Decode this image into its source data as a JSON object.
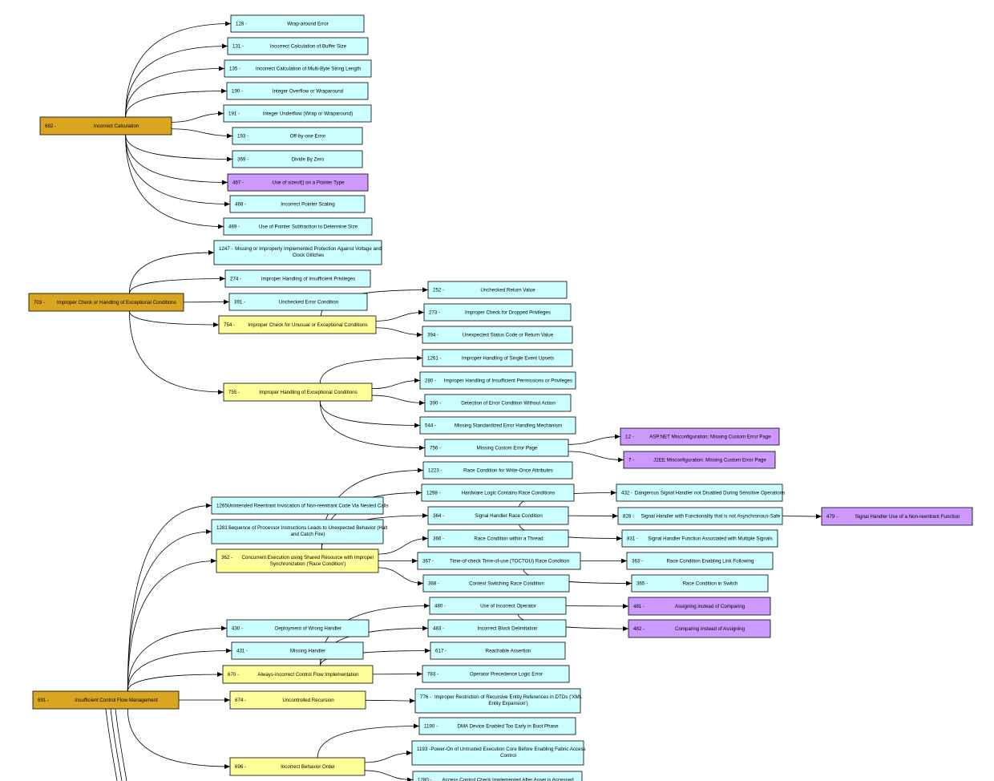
{
  "colors": {
    "category": "#daa520",
    "class": "#ffff99",
    "base": "#ccffff",
    "variant": "#cc99ff",
    "edge": "#000000"
  },
  "nodes": {
    "n682": {
      "id": "682",
      "label": "Incorrect Calculation",
      "kind": "category"
    },
    "n128": {
      "id": "128",
      "label": "Wrap-around Error",
      "kind": "base"
    },
    "n131": {
      "id": "131",
      "label": "Incorrect Calculation of Buffer Size",
      "kind": "base"
    },
    "n135": {
      "id": "135",
      "label": "Incorrect Calculation of Multi-Byte String Length",
      "kind": "base"
    },
    "n190": {
      "id": "190",
      "label": "Integer Overflow or Wraparound",
      "kind": "base"
    },
    "n191": {
      "id": "191",
      "label": "Integer Underflow (Wrap or Wraparound)",
      "kind": "base"
    },
    "n193": {
      "id": "193",
      "label": "Off-by-one Error",
      "kind": "base"
    },
    "n369": {
      "id": "369",
      "label": "Divide By Zero",
      "kind": "base"
    },
    "n467": {
      "id": "467",
      "label": "Use of sizeof() on a Pointer Type",
      "kind": "variant"
    },
    "n468": {
      "id": "468",
      "label": "Incorrect Pointer Scaling",
      "kind": "base"
    },
    "n469": {
      "id": "469",
      "label": "Use of Pointer Subtraction to Determine Size",
      "kind": "base"
    },
    "n703": {
      "id": "703",
      "label": "Improper Check or Handling of Exceptional Conditions",
      "kind": "category"
    },
    "n1247": {
      "id": "1247",
      "label": "Missing or Improperly Implemented Protection Against Voltage and Clock Glitches",
      "lines": [
        "Missing or Improperly Implemented Protection Against Voltage and",
        "Clock Glitches"
      ],
      "kind": "base"
    },
    "n274": {
      "id": "274",
      "label": "Improper Handling of Insufficient Privileges",
      "kind": "base"
    },
    "n391": {
      "id": "391",
      "label": "Unchecked Error Condition",
      "kind": "base"
    },
    "n754": {
      "id": "754",
      "label": "Improper Check for Unusual or Exceptional Conditions",
      "kind": "class"
    },
    "n252": {
      "id": "252",
      "label": "Unchecked Return Value",
      "kind": "base"
    },
    "n273": {
      "id": "273",
      "label": "Improper Check for Dropped Privileges",
      "kind": "base"
    },
    "n394": {
      "id": "394",
      "label": "Unexpected Status Code or Return Value",
      "kind": "base"
    },
    "n755": {
      "id": "755",
      "label": "Improper Handling of Exceptional Conditions",
      "kind": "class"
    },
    "n1261": {
      "id": "1261",
      "label": "Improper Handling of Single Event Upsets",
      "kind": "base"
    },
    "n280": {
      "id": "280",
      "label": "Improper Handling of Insufficient Permissions or Privileges",
      "kind": "base"
    },
    "n390": {
      "id": "390",
      "label": "Detection of Error Condition Without Action",
      "kind": "base"
    },
    "n544": {
      "id": "544",
      "label": "Missing Standardized Error Handling Mechanism",
      "kind": "base"
    },
    "n756": {
      "id": "756",
      "label": "Missing Custom Error Page",
      "kind": "base"
    },
    "n12": {
      "id": "12",
      "label": "ASP.NET Misconfiguration: Missing Custom Error Page",
      "kind": "variant"
    },
    "n7": {
      "id": "7",
      "label": "J2EE Misconfiguration: Missing Custom Error Page",
      "kind": "variant"
    },
    "n1223": {
      "id": "1223",
      "label": "Race Condition for Write-Once Attributes",
      "kind": "base"
    },
    "n1298": {
      "id": "1298",
      "label": "Hardware Logic Contains Race Conditions",
      "kind": "base"
    },
    "n1265": {
      "id": "1265",
      "label": "Unintended Reentrant Invocation of Non-reentrant Code Via Nested Calls",
      "kind": "base"
    },
    "n364": {
      "id": "364",
      "label": "Signal Handler Race Condition",
      "kind": "base"
    },
    "n432": {
      "id": "432",
      "label": "Dangerous Signal Handler not Disabled During Sensitive Operations",
      "kind": "base"
    },
    "n828": {
      "id": "828",
      "label": "Signal Handler with Functionality that is not Asynchronous-Safe",
      "kind": "base"
    },
    "n479": {
      "id": "479",
      "label": "Signal Handler Use of a Non-reentrant Function",
      "kind": "variant"
    },
    "n831": {
      "id": "831",
      "label": "Signal Handler Function Associated with Multiple Signals",
      "kind": "base"
    },
    "n1281": {
      "id": "1281",
      "label": "Sequence of Processor Instructions Leads to Unexpected Behavior (Halt and Catch Fire)",
      "lines": [
        "Sequence of Processor Instructions Leads to Unexpected Behavior (Halt",
        "and Catch Fire)"
      ],
      "kind": "base"
    },
    "n366": {
      "id": "366",
      "label": "Race Condition within a Thread",
      "kind": "base"
    },
    "n362": {
      "id": "362",
      "label": "Concurrent Execution using Shared Resource with Improper Synchronization ('Race Condition')",
      "lines": [
        "Concurrent Execution using Shared Resource with Improper",
        "Synchronization ('Race Condition')"
      ],
      "kind": "class"
    },
    "n367": {
      "id": "367",
      "label": "Time-of-check Time-of-use (TOCTOU) Race Condition",
      "kind": "base"
    },
    "n363": {
      "id": "363",
      "label": "Race Condition Enabling Link Following",
      "kind": "base"
    },
    "n368": {
      "id": "368",
      "label": "Context Switching Race Condition",
      "kind": "base"
    },
    "n365": {
      "id": "365",
      "label": "Race Condition in Switch",
      "kind": "base"
    },
    "n480": {
      "id": "480",
      "label": "Use of Incorrect Operator",
      "kind": "base"
    },
    "n481": {
      "id": "481",
      "label": "Assigning instead of Comparing",
      "kind": "variant"
    },
    "n430": {
      "id": "430",
      "label": "Deployment of Wrong Handler",
      "kind": "base"
    },
    "n483": {
      "id": "483",
      "label": "Incorrect Block Delimitation",
      "kind": "base"
    },
    "n482": {
      "id": "482",
      "label": "Comparing instead of Assigning",
      "kind": "variant"
    },
    "n431": {
      "id": "431",
      "label": "Missing Handler",
      "kind": "base"
    },
    "n617": {
      "id": "617",
      "label": "Reachable Assertion",
      "kind": "base"
    },
    "n670": {
      "id": "670",
      "label": "Always-Incorrect Control Flow Implementation",
      "kind": "class"
    },
    "n783": {
      "id": "783",
      "label": "Operator Precedence Logic Error",
      "kind": "base"
    },
    "n691": {
      "id": "691",
      "label": "Insufficient Control Flow Management",
      "kind": "category"
    },
    "n674": {
      "id": "674",
      "label": "Uncontrolled Recursion",
      "kind": "class"
    },
    "n776": {
      "id": "776",
      "label": "Improper Restriction of Recursive Entity References in DTDs ('XML Entity Expansion')",
      "lines": [
        "Improper Restriction of Recursive Entity References in DTDs ('XML",
        "Entity Expansion')"
      ],
      "kind": "base"
    },
    "n1190": {
      "id": "1190",
      "label": "DMA Device Enabled Too Early in Boot Phase",
      "kind": "base"
    },
    "n1193": {
      "id": "1193",
      "label": "Power-On of Untrusted Execution Core Before Enabling Fabric Access Control",
      "lines": [
        "Power-On of Untrusted Execution Core Before Enabling Fabric Access",
        "Control"
      ],
      "kind": "base"
    },
    "n696": {
      "id": "696",
      "label": "Incorrect Behavior Order",
      "kind": "class"
    },
    "n1280": {
      "id": "1280",
      "label": "Access Control Check Implemented After Asset is Accessed",
      "kind": "base"
    }
  },
  "edges": [
    [
      "n682",
      "n128"
    ],
    [
      "n682",
      "n131"
    ],
    [
      "n682",
      "n135"
    ],
    [
      "n682",
      "n190"
    ],
    [
      "n682",
      "n191"
    ],
    [
      "n682",
      "n193"
    ],
    [
      "n682",
      "n369"
    ],
    [
      "n682",
      "n467"
    ],
    [
      "n682",
      "n468"
    ],
    [
      "n682",
      "n469"
    ],
    [
      "n703",
      "n1247"
    ],
    [
      "n703",
      "n274"
    ],
    [
      "n703",
      "n391"
    ],
    [
      "n703",
      "n754"
    ],
    [
      "n703",
      "n755"
    ],
    [
      "n754",
      "n252"
    ],
    [
      "n754",
      "n273"
    ],
    [
      "n754",
      "n394"
    ],
    [
      "n755",
      "n1261"
    ],
    [
      "n755",
      "n280"
    ],
    [
      "n755",
      "n390"
    ],
    [
      "n755",
      "n544"
    ],
    [
      "n755",
      "n756"
    ],
    [
      "n756",
      "n12"
    ],
    [
      "n756",
      "n7"
    ],
    [
      "n691",
      "n1265"
    ],
    [
      "n691",
      "n1281"
    ],
    [
      "n691",
      "n362"
    ],
    [
      "n691",
      "n430"
    ],
    [
      "n691",
      "n431"
    ],
    [
      "n691",
      "n670"
    ],
    [
      "n691",
      "n674"
    ],
    [
      "n691",
      "n696"
    ],
    [
      "n362",
      "n1223"
    ],
    [
      "n362",
      "n1298"
    ],
    [
      "n362",
      "n364"
    ],
    [
      "n362",
      "n366"
    ],
    [
      "n362",
      "n367"
    ],
    [
      "n362",
      "n368"
    ],
    [
      "n364",
      "n432"
    ],
    [
      "n364",
      "n828"
    ],
    [
      "n364",
      "n831"
    ],
    [
      "n828",
      "n479"
    ],
    [
      "n367",
      "n363"
    ],
    [
      "n367",
      "n365"
    ],
    [
      "n670",
      "n480"
    ],
    [
      "n670",
      "n483"
    ],
    [
      "n670",
      "n617"
    ],
    [
      "n670",
      "n783"
    ],
    [
      "n480",
      "n481"
    ],
    [
      "n480",
      "n482"
    ],
    [
      "n674",
      "n776"
    ],
    [
      "n696",
      "n1190"
    ],
    [
      "n696",
      "n1193"
    ],
    [
      "n696",
      "n1280"
    ]
  ]
}
